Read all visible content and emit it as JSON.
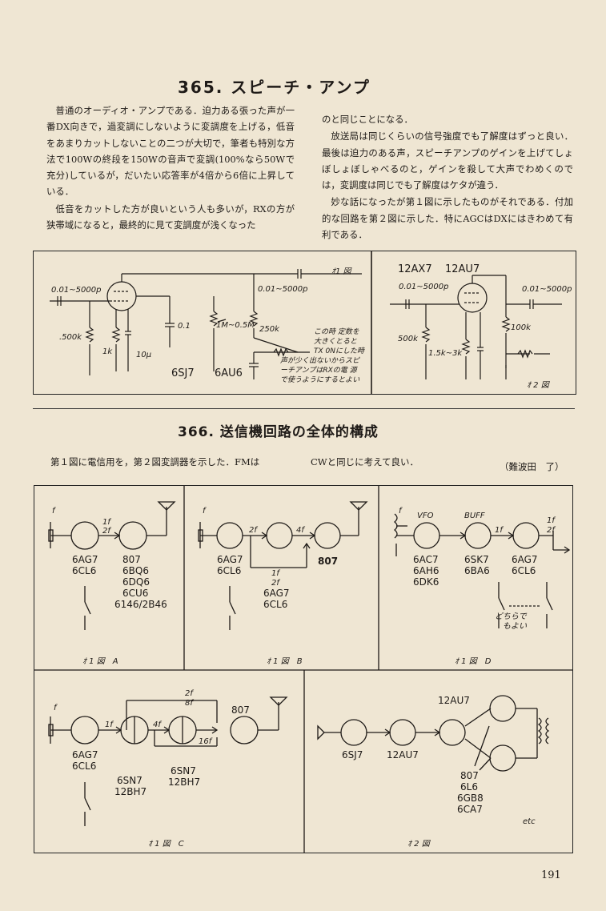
{
  "section365": {
    "title": "365. スピーチ・アンプ",
    "col1": [
      "普通のオーディオ・アンプである．迫力ある張った声が一番DX向きで，過変調にしないように変調度を上げる，低音をあまりカットしないことの二つが大切で，筆者も特別な方法で100Wの終段を150Wの音声で変調(100%なら50Wで充分)しているが，だいたい応答率が4倍から6倍に上昇している．",
      "低音をカットした方が良いという人も多いが，RXの方が狭帯域になると，最終的に見て変調度が浅くなった"
    ],
    "col2_start": "のと同じことになる．",
    "col2": [
      "放送局は同じくらいの信号強度でも了解度はずっと良い．最後は迫力のある声，スピーチアンプのゲインを上げてしょぼしょぼしゃべるのと，ゲインを殺して大声でわめくのでは，変調度は同じでも了解度はケタが違う．",
      "妙な話になったが第１図に示したものがそれである．付加的な回路を第２図に示した．特にAGCはDXにはきわめて有利である．"
    ],
    "fig1": {
      "label": "ｵ1 図",
      "in_cap": "0.01~5000p",
      "out_cap": "0.01~5000p",
      "grid_r": ".500k",
      "cath_r": "1k",
      "cath_c": "10μ",
      "bypass_c": "0.1",
      "pot": "1M~0.5M",
      "plate_r": "250k",
      "tube1": "6SJ7",
      "tube2": "6AU6",
      "note": [
        "この時 定数を",
        "大きくとると",
        "TX 0Nにした時",
        "声が少く出ないからスピ",
        "ーチアンプはRXの電 源",
        "で使うようにするとよい"
      ]
    },
    "fig2": {
      "label": "ｵ 2 図",
      "tube_a": "12AX7",
      "tube_b": "12AU7",
      "in_cap": "0.01~5000p",
      "out_cap": "0.01~5000p",
      "r1": "500k",
      "r2": "1.5k~3k",
      "r3": "100k"
    }
  },
  "section366": {
    "title": "366.  送信機回路の全体的構成",
    "intro_a": "第１図に電信用を，第２図変調器を示した．FMは",
    "intro_b": "CWと同じに考えて良い．",
    "author": "（難波田　了）",
    "figA": {
      "label": "ｵ 1 図　A",
      "f": "f",
      "mult": [
        "1f",
        "2f"
      ],
      "tube1": [
        "6AG7",
        "6CL6"
      ],
      "tube2": [
        "807",
        "6BQ6",
        "6DQ6",
        "6CU6",
        "6146/2B46"
      ]
    },
    "figB": {
      "label": "ｵ 1 図　B",
      "f": "f",
      "m1": "2f",
      "m2": "4f",
      "alt": "1f",
      "alt2": "2f",
      "tube1": [
        "6AG7",
        "6CL6"
      ],
      "final": "807",
      "mid": [
        "6AG7",
        "6CL6"
      ]
    },
    "figD": {
      "label": "ｵ 1 図　D",
      "f": "f",
      "vfo": "VFO",
      "buff": "BUFF",
      "m": "1f",
      "out": [
        "1f",
        "2f"
      ],
      "tube1": [
        "6AC7",
        "6AH6",
        "6DK6"
      ],
      "tube2": [
        "6SK7",
        "6BA6"
      ],
      "tube3": [
        "6AG7",
        "6CL6"
      ],
      "note": [
        "どちらで",
        "もよい"
      ]
    },
    "figC": {
      "label": "ｵ 1 図　C",
      "f": "f",
      "m1": "1f",
      "m2": "4f",
      "top": [
        "2f",
        "8f"
      ],
      "m3": "16f",
      "tube1": [
        "6AG7",
        "6CL6"
      ],
      "tube2": [
        "6SN7",
        "12BH7"
      ],
      "tube3": [
        "6SN7",
        "12BH7"
      ],
      "final": "807"
    },
    "fig2": {
      "label": "ｵ 2 図",
      "t1": "6SJ7",
      "t2": "12AU7",
      "t3": "12AU7",
      "finals": [
        "807",
        "6L6",
        "6GB8",
        "6CA7",
        "etc"
      ]
    }
  },
  "page_number": "191"
}
